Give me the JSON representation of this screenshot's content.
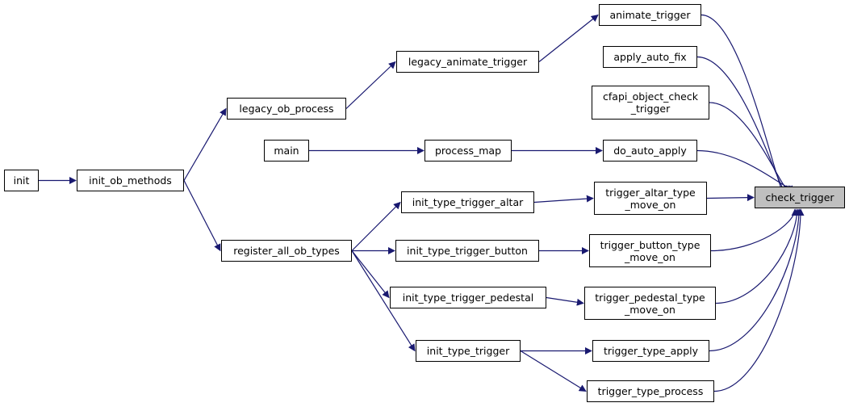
{
  "graph": {
    "edge_color": "#191970",
    "highlight_fill": "#bfbfbf",
    "nodes": {
      "init": "init",
      "init_ob_methods": "init_ob_methods",
      "main": "main",
      "legacy_ob_process": "legacy_ob_process",
      "register_all_ob_types": "register_all_ob_types",
      "legacy_animate_trigger": "legacy_animate_trigger",
      "process_map": "process_map",
      "init_type_trigger_altar": "init_type_trigger_altar",
      "init_type_trigger_button": "init_type_trigger_button",
      "init_type_trigger_pedestal": "init_type_trigger_pedestal",
      "init_type_trigger": "init_type_trigger",
      "animate_trigger": "animate_trigger",
      "apply_auto_fix": "apply_auto_fix",
      "cfapi_object_check_trigger": "cfapi_object_check\n_trigger",
      "do_auto_apply": "do_auto_apply",
      "trigger_altar_type_move_on": "trigger_altar_type\n_move_on",
      "trigger_button_type_move_on": "trigger_button_type\n_move_on",
      "trigger_pedestal_type_move_on": "trigger_pedestal_type\n_move_on",
      "trigger_type_apply": "trigger_type_apply",
      "trigger_type_process": "trigger_type_process",
      "check_trigger": "check_trigger"
    },
    "edges": [
      [
        "init",
        "init_ob_methods"
      ],
      [
        "init_ob_methods",
        "legacy_ob_process"
      ],
      [
        "init_ob_methods",
        "register_all_ob_types"
      ],
      [
        "legacy_ob_process",
        "legacy_animate_trigger"
      ],
      [
        "legacy_animate_trigger",
        "animate_trigger"
      ],
      [
        "main",
        "process_map"
      ],
      [
        "process_map",
        "do_auto_apply"
      ],
      [
        "register_all_ob_types",
        "init_type_trigger_altar"
      ],
      [
        "register_all_ob_types",
        "init_type_trigger_button"
      ],
      [
        "register_all_ob_types",
        "init_type_trigger_pedestal"
      ],
      [
        "register_all_ob_types",
        "init_type_trigger"
      ],
      [
        "init_type_trigger_altar",
        "trigger_altar_type_move_on"
      ],
      [
        "init_type_trigger_button",
        "trigger_button_type_move_on"
      ],
      [
        "init_type_trigger_pedestal",
        "trigger_pedestal_type_move_on"
      ],
      [
        "init_type_trigger",
        "trigger_type_apply"
      ],
      [
        "init_type_trigger",
        "trigger_type_process"
      ],
      [
        "animate_trigger",
        "check_trigger"
      ],
      [
        "apply_auto_fix",
        "check_trigger"
      ],
      [
        "cfapi_object_check_trigger",
        "check_trigger"
      ],
      [
        "do_auto_apply",
        "check_trigger"
      ],
      [
        "trigger_altar_type_move_on",
        "check_trigger"
      ],
      [
        "trigger_button_type_move_on",
        "check_trigger"
      ],
      [
        "trigger_pedestal_type_move_on",
        "check_trigger"
      ],
      [
        "trigger_type_apply",
        "check_trigger"
      ],
      [
        "trigger_type_process",
        "check_trigger"
      ]
    ]
  }
}
